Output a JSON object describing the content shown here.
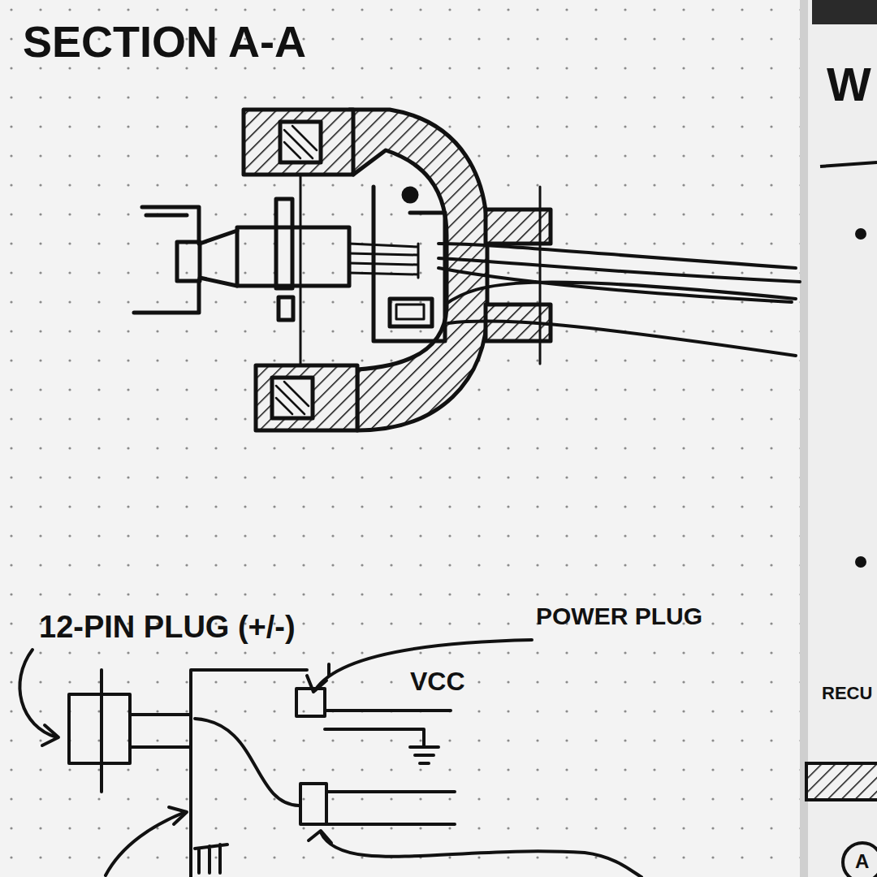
{
  "diagram": {
    "title": "SECTION A-A",
    "labels": [
      "12-PIN PLUG (+/-)",
      "POWER PLUG",
      "VCC",
      "W",
      "RECU",
      "A"
    ]
  }
}
